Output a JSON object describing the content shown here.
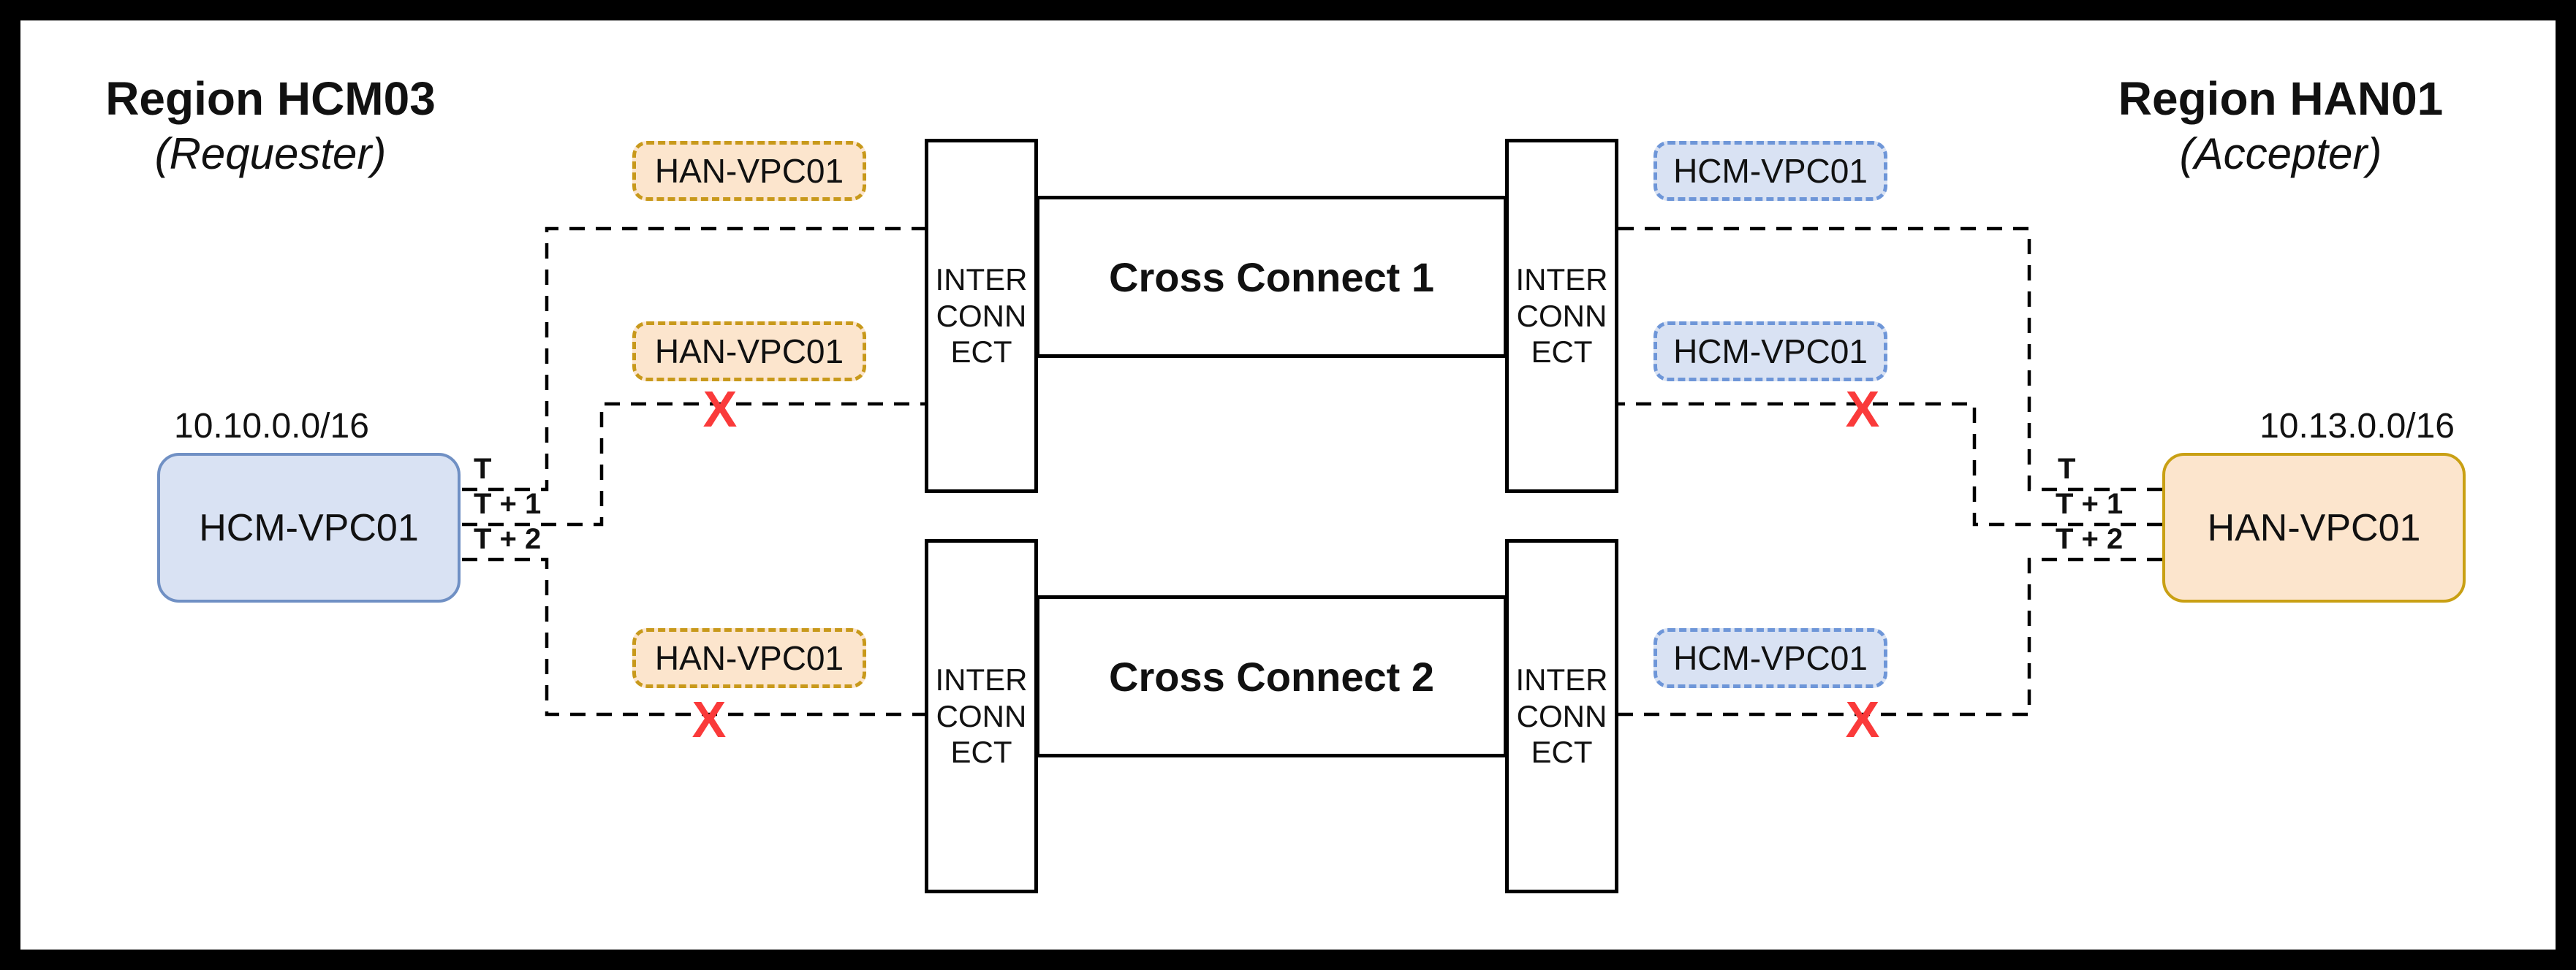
{
  "regions": {
    "left": {
      "title": "Region HCM03",
      "subtitle": "(Requester)"
    },
    "right": {
      "title": "Region HAN01",
      "subtitle": "(Accepter)"
    }
  },
  "vpcs": {
    "left": {
      "label": "HCM-VPC01",
      "cidr": "10.10.0.0/16"
    },
    "right": {
      "label": "HAN-VPC01",
      "cidr": "10.13.0.0/16"
    }
  },
  "interconnect_label": "INTER\nCONN\nECT",
  "cross_connects": [
    {
      "label": "Cross Connect 1"
    },
    {
      "label": "Cross Connect 2"
    }
  ],
  "peering_badges": {
    "left": [
      "HAN-VPC01",
      "HAN-VPC01",
      "HAN-VPC01"
    ],
    "right": [
      "HCM-VPC01",
      "HCM-VPC01",
      "HCM-VPC01"
    ]
  },
  "timeline_labels": [
    "T",
    "T + 1",
    "T + 2"
  ],
  "failure_mark": "X",
  "colors": {
    "vpc_blue_fill": "#D9E2F3",
    "vpc_blue_border": "#7090C4",
    "vpc_orange_fill": "#FCE5CD",
    "vpc_orange_border": "#C9A014",
    "badge_orange_border": "#C8991B",
    "badge_blue_border": "#6E96D8",
    "failure_mark_color": "#FA3A3A",
    "line_color": "#000000"
  }
}
